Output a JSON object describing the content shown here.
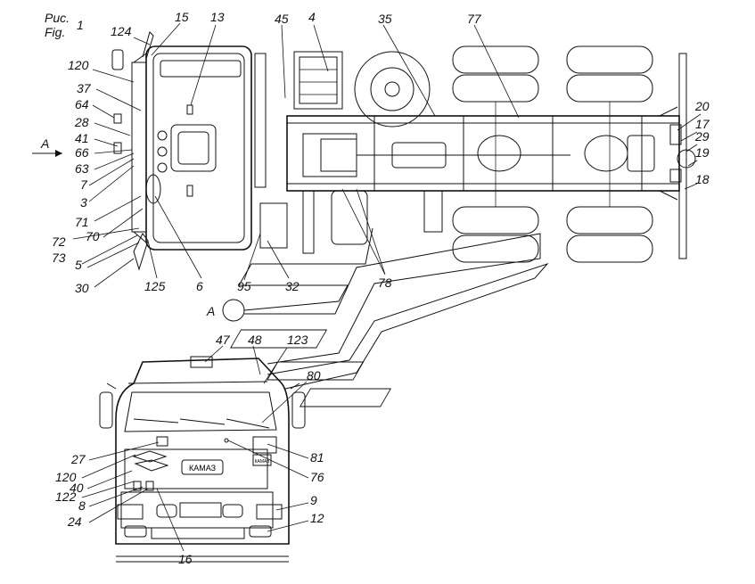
{
  "figure": {
    "caption_ru": "Рис.",
    "caption_en": "Fig.",
    "number": "1"
  },
  "view_marker": "A",
  "callouts_top": [
    "124",
    "15",
    "13",
    "45",
    "4",
    "35",
    "77",
    "120",
    "37",
    "64",
    "28",
    "41",
    "66",
    "63",
    "7",
    "3",
    "71",
    "70",
    "72",
    "73",
    "5",
    "30",
    "125",
    "6",
    "95",
    "32",
    "78",
    "20",
    "17",
    "29",
    "19",
    "18"
  ],
  "callouts_front": [
    "47",
    "48",
    "123",
    "80",
    "27",
    "120",
    "122",
    "40",
    "8",
    "24",
    "16",
    "9",
    "12",
    "81",
    "76"
  ],
  "emblem_text": "КАМАЗ",
  "plate_text": "КАМАЗ"
}
